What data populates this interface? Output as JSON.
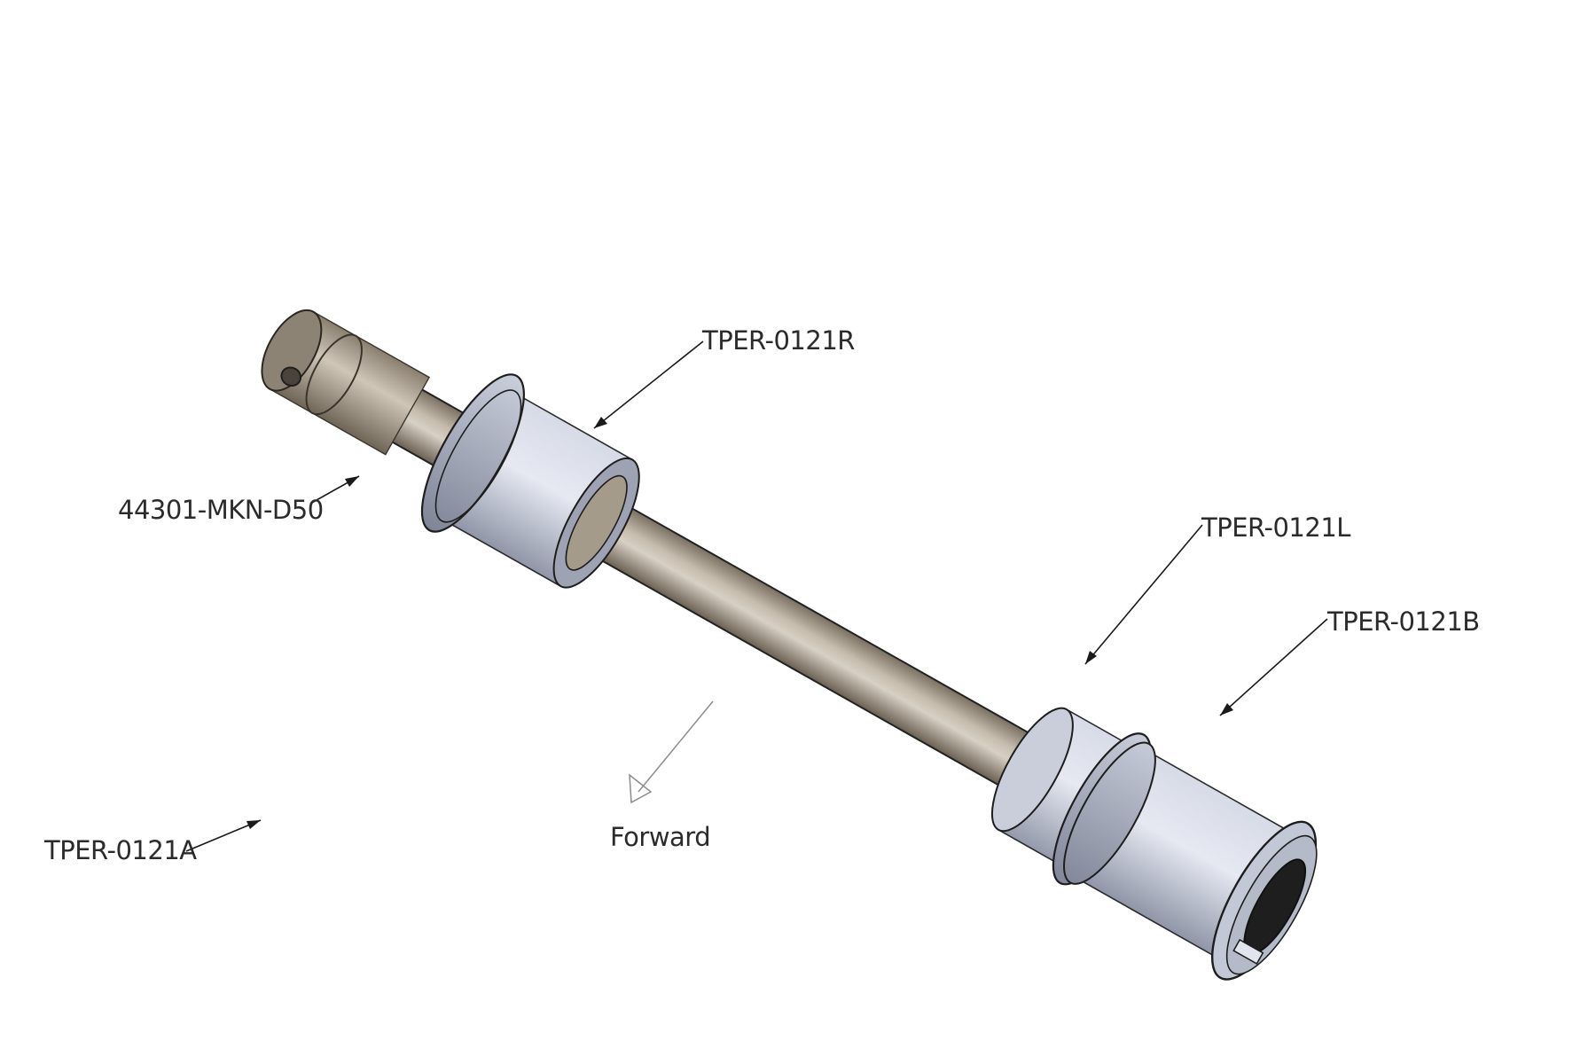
{
  "callouts": {
    "axle": "44301-MKN-D50",
    "spacer_right": "TPER-0121R",
    "spacer_left": "TPER-0121L",
    "spacer_b": "TPER-0121B",
    "spacer_a": "TPER-0121A"
  },
  "direction_label": "Forward",
  "colors": {
    "axle_dark": "#6f6557",
    "axle_mid": "#b8ad9c",
    "axle_light": "#ddd6cb",
    "spacer_dark": "#8c91a3",
    "spacer_light": "#dfe3ee",
    "bore": "#1e1e1e"
  }
}
